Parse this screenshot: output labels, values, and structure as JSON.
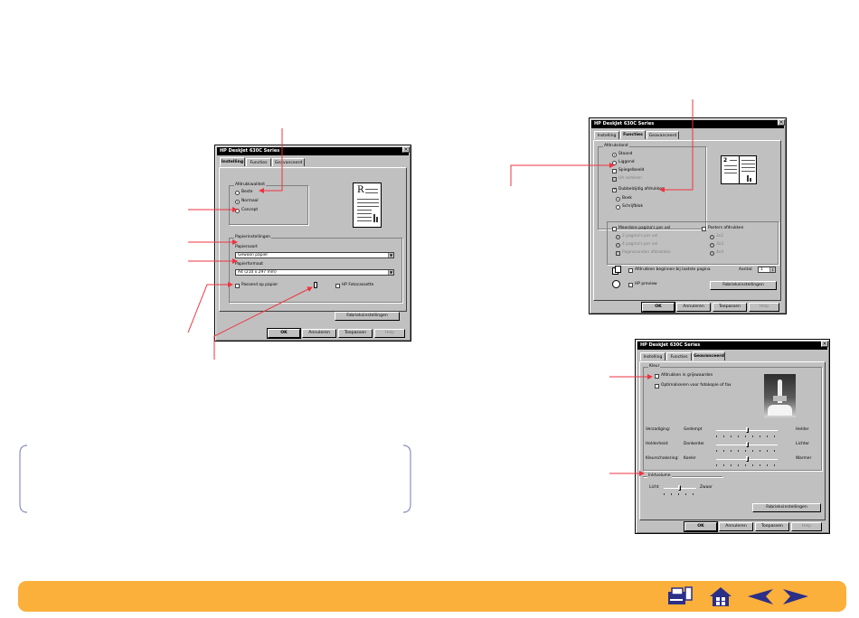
{
  "dialogs": {
    "setup": {
      "title": "HP DeskJet 630C Series",
      "tabs": [
        "Instelling",
        "Functies",
        "Geavanceerd"
      ],
      "print_quality": {
        "title": "Afdrukkwaliteit",
        "options": [
          "Beste",
          "Normaal",
          "Concept"
        ],
        "selected": "Normaal"
      },
      "paper": {
        "title": "Papierinstellingen",
        "type_label": "Papiersoort",
        "type_value": "Gewoon papier",
        "size_label": "Papierformaat",
        "size_value": "A4 (210 x 297 mm)",
        "fit_label": "Passend op papier",
        "photo_label": "HP Fotocassette"
      },
      "defaults_label": "Fabrieksinstellingen",
      "buttons": [
        "OK",
        "Annuleren",
        "Toepassen",
        "Help"
      ]
    },
    "features": {
      "title": "HP DeskJet 630C Series",
      "tabs": [
        "Instelling",
        "Functies",
        "Geavanceerd"
      ],
      "orientation": {
        "title": "Afdrukstand",
        "options": [
          "Staand",
          "Liggend",
          "Spiegelbeeld",
          "Uit sorteren"
        ],
        "selected": "Staand"
      },
      "duplex": {
        "label": "Dubbelzijdig afdrukken",
        "checked": true,
        "options": [
          "Boek",
          "Schrijfblok"
        ],
        "selected": "Boek"
      },
      "pages_per_sheet": {
        "label": "Meerdere pagina's per vel",
        "options": [
          "2 pagina's per vel",
          "4 pagina's per vel",
          "Paginaranden afdrukken"
        ]
      },
      "poster": {
        "label": "Posters afdrukken",
        "options": [
          "2x2",
          "3x3",
          "4x4"
        ]
      },
      "last_page_label": "Afdrukken beginnen bij laatste pagina",
      "copies_label": "Aantal:",
      "copies_value": "1",
      "preview_label": "HP preview",
      "defaults_label": "Fabrieksinstellingen",
      "buttons": [
        "OK",
        "Annuleren",
        "Toepassen",
        "Help"
      ]
    },
    "advanced": {
      "title": "HP DeskJet 630C Series",
      "tabs": [
        "Instelling",
        "Functies",
        "Geavanceerd"
      ],
      "color": {
        "title": "Kleur",
        "grayscale_label": "Afdrukken in grijswaarden",
        "optimize_label": "Optimaliseren voor fotokopie of fax",
        "sliders": [
          {
            "label": "Verzadiging:",
            "left": "Gedempt",
            "right": "Helder",
            "position": 0.5
          },
          {
            "label": "Helderheid:",
            "left": "Donkerder",
            "right": "Lichter",
            "position": 0.5
          },
          {
            "label": "Kleurschakering:",
            "left": "Koeler",
            "right": "Warmer",
            "position": 0.5
          }
        ]
      },
      "ink": {
        "title": "Inktvolume",
        "left": "Licht",
        "right": "Zwaar",
        "position": 0.5
      },
      "defaults_label": "Fabrieksinstellingen",
      "buttons": [
        "OK",
        "Annuleren",
        "Toepassen",
        "Help"
      ]
    }
  },
  "colors": {
    "accent": "#ef3340",
    "footer": "#fbb03b",
    "note_border": "#8a8fc4"
  },
  "footer": {
    "icons": [
      "printer-icon",
      "home-icon",
      "previous-page-icon",
      "next-page-icon"
    ]
  }
}
